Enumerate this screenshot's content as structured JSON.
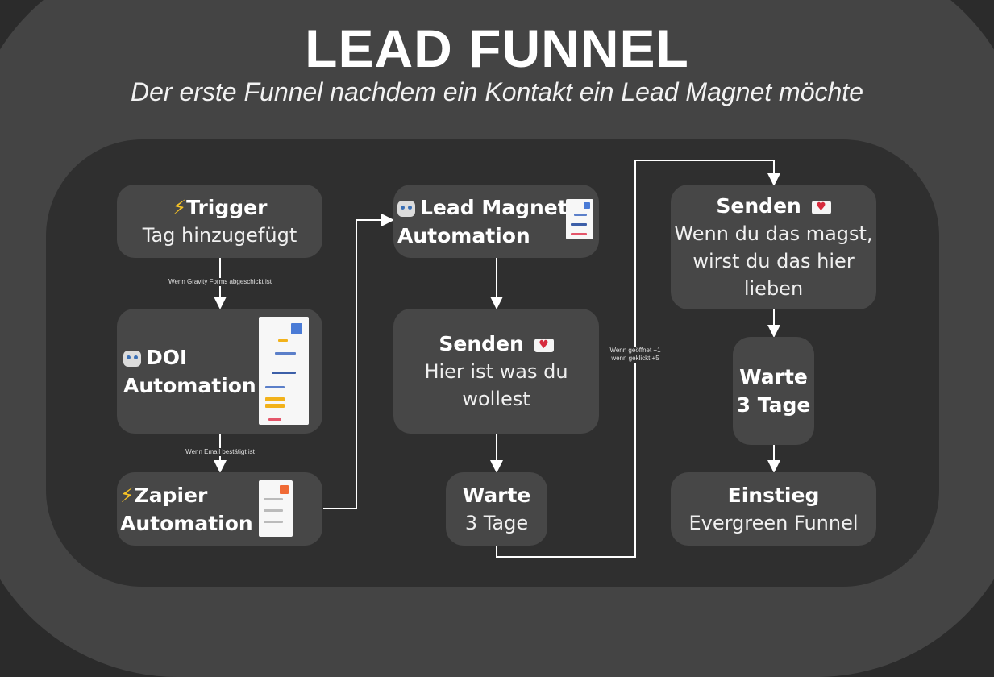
{
  "header": {
    "title": "LEAD FUNNEL",
    "subtitle": "Der erste Funnel nachdem ein Kontakt ein Lead Magnet möchte"
  },
  "nodes": {
    "trigger": {
      "icon": "lightning-icon",
      "title": "Trigger",
      "text": "Tag hinzugefügt"
    },
    "doi": {
      "icon": "robot-icon",
      "title_line1": "DOI",
      "title_line2": "Automation"
    },
    "zapier": {
      "icon": "lightning-icon",
      "title_line1": "Zapier",
      "title_line2": "Automation"
    },
    "lead_magnet": {
      "icon": "robot-icon",
      "title_line1": "Lead Magnet",
      "title_line2": "Automation"
    },
    "senden1": {
      "icon": "love-letter-icon",
      "title": "Senden",
      "line1": "Hier ist was du",
      "line2": "wollest"
    },
    "warte1": {
      "title": "Warte",
      "text": "3 Tage"
    },
    "senden2": {
      "icon": "love-letter-icon",
      "title": "Senden",
      "line1": "Wenn du das magst,",
      "line2": "wirst du das hier",
      "line3": "lieben"
    },
    "warte2": {
      "title_line1": "Warte",
      "title_line2": "3 Tage"
    },
    "einstieg": {
      "title": "Einstieg",
      "text": "Evergreen Funnel"
    }
  },
  "edges": {
    "trigger_to_doi": "Wenn Gravity Forms abgeschickt ist",
    "doi_to_zapier": "Wenn Email bestätigt ist",
    "warte_to_senden2_line1": "Wenn geöffnet +1",
    "warte_to_senden2_line2": "wenn geklickt +5"
  },
  "colors": {
    "background": "#2b2b2b",
    "outer_band": "#444444",
    "inner_panel": "#2f2f2f",
    "node": "#474747",
    "lightning": "#f7c325"
  }
}
